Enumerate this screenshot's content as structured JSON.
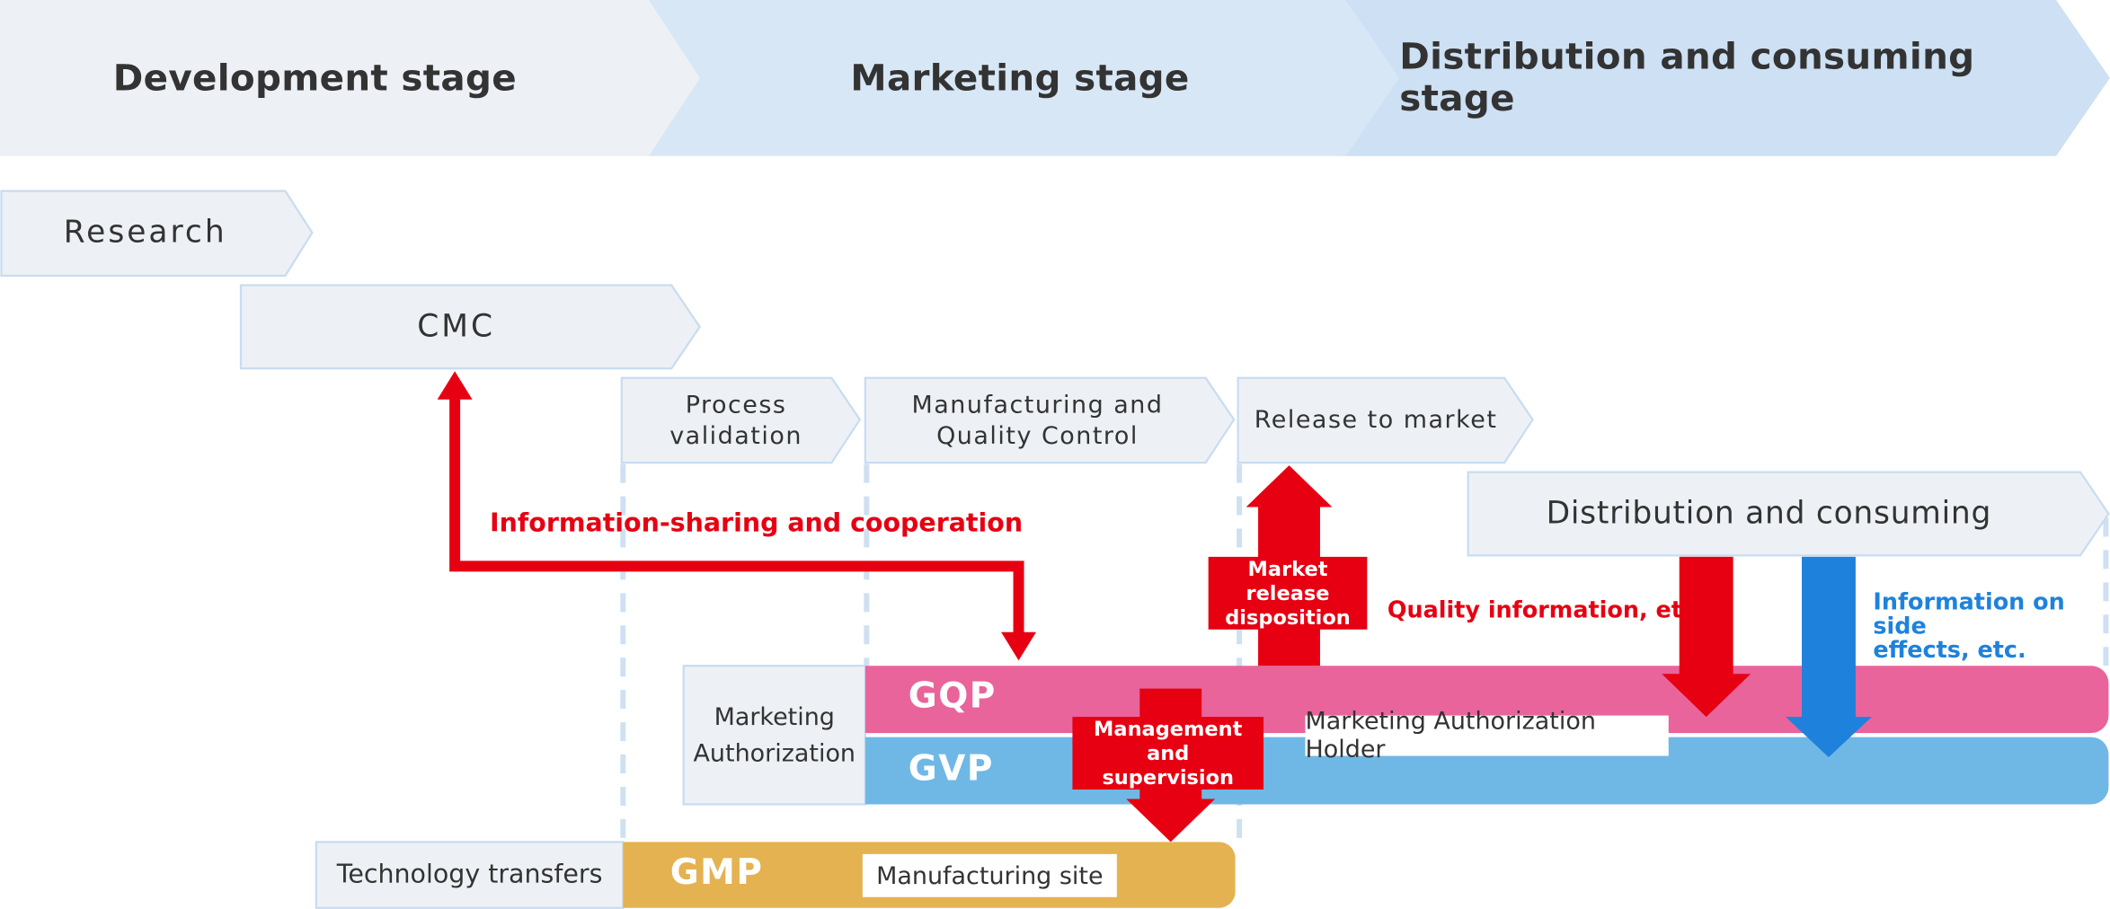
{
  "stages": [
    {
      "label": "Development stage"
    },
    {
      "label": "Marketing stage"
    },
    {
      "label": "Distribution and consuming stage"
    }
  ],
  "steps": {
    "research": "Research",
    "cmc": "CMC",
    "process_validation": [
      "Process",
      "validation"
    ],
    "manufacturing_qc": [
      "Manufacturing and",
      "Quality Control"
    ],
    "release_to_market": "Release to market",
    "distribution_consuming": "Distribution and consuming"
  },
  "bands": {
    "marketing_authorization": [
      "Marketing",
      "Authorization"
    ],
    "gqp": "GQP",
    "gvp": "GVP",
    "mah_tag": "Marketing Authorization Holder",
    "technology_transfers": "Technology transfers",
    "gmp": "GMP",
    "manufacturing_site": "Manufacturing site"
  },
  "arrows": {
    "info_sharing": "Information-sharing and cooperation",
    "market_release": [
      "Market release",
      "disposition"
    ],
    "management": [
      "Management and",
      "supervision"
    ],
    "quality_info": "Quality information, etc.",
    "side_effects": [
      "Information on side",
      "effects, etc."
    ]
  },
  "colors": {
    "stage1": "#edf1f5",
    "stage2": "#d8e7f6",
    "stage3": "#cde0f4",
    "step_fill": "#edf1f5",
    "step_border": "#c9dcf0",
    "gqp": "#e9649b",
    "gvp": "#6fb8e6",
    "gmp": "#e4b250",
    "red": "#e60012",
    "blue": "#1e82dc",
    "dashed": "#cfe0f2"
  }
}
